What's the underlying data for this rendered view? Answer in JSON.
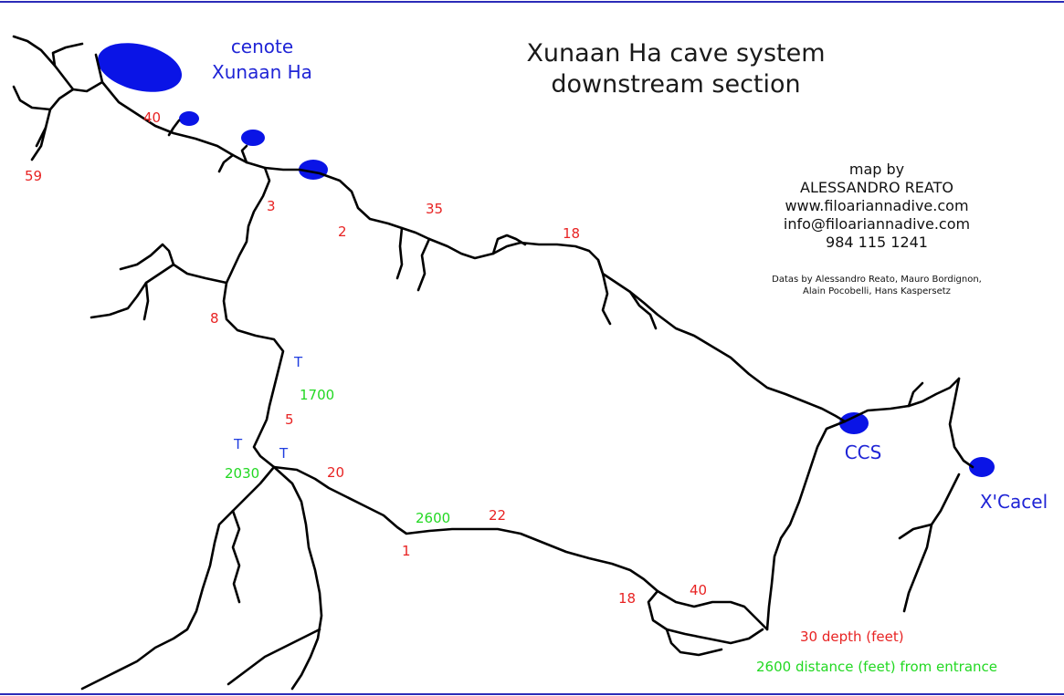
{
  "title": {
    "line1": "Xunaan Ha cave system",
    "line2": "downstream section"
  },
  "credits": {
    "map_by": "map by",
    "author": "ALESSANDRO REATO",
    "website": "www.filoariannadive.com",
    "email": "info@filoariannadive.com",
    "phone": "984 115 1241",
    "datas_line1": "Datas by Alessandro Reato, Mauro Bordignon,",
    "datas_line2": "Alain Pocobelli, Hans Kaspersetz"
  },
  "cenotes": {
    "xunaan_line1": "cenote",
    "xunaan_line2": "Xunaan Ha",
    "ccs": "CCS",
    "xcacel": "X'Cacel"
  },
  "depths": [
    "40",
    "59",
    "3",
    "2",
    "35",
    "18",
    "8",
    "5",
    "20",
    "1",
    "22",
    "18",
    "40"
  ],
  "distances": [
    "1700",
    "2030",
    "2600"
  ],
  "ties": [
    "T",
    "T",
    "T"
  ],
  "legend": {
    "depth": "30 depth (feet)",
    "distance": "2600 distance (feet) from entrance"
  },
  "colors": {
    "cenote": "#0a14e6",
    "depth": "#e82323",
    "distance": "#22d822",
    "tie": "#1f3de0",
    "passage": "#000000",
    "frame": "#2b2bb8"
  }
}
